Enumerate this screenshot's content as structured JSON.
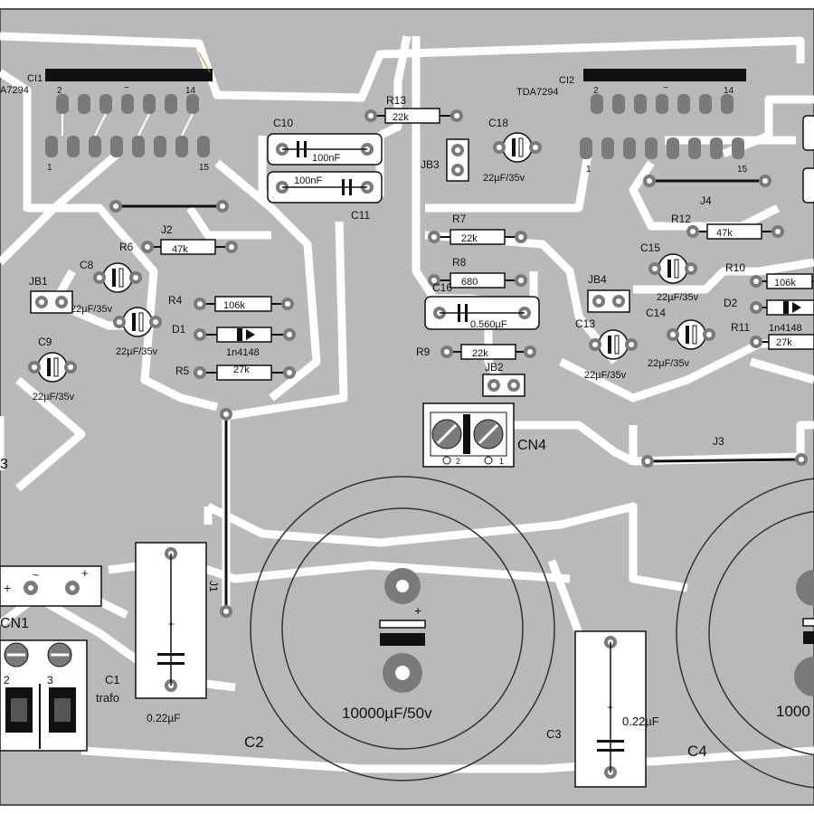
{
  "colors": {
    "board": "#b9b9b9",
    "copper": "#ffffff",
    "ink": "#111111",
    "pad": "#7a7a7a",
    "frame": "#555555"
  },
  "ic1": {
    "ref": "CI1",
    "part": "A7294",
    "pin_left": "2",
    "pin_mid": "~",
    "pin_right": "14",
    "pin_bottom_left": "1",
    "pin_bottom_right": "15"
  },
  "ic2": {
    "ref": "CI2",
    "part": "TDA7294",
    "pin_left": "2",
    "pin_mid": "~",
    "pin_right": "14",
    "pin_bottom_left": "1",
    "pin_bottom_right": "15"
  },
  "resistors": {
    "r13": {
      "ref": "R13",
      "value": "22k"
    },
    "r6": {
      "ref": "R6",
      "value": "47k"
    },
    "r4": {
      "ref": "R4",
      "value": "106k"
    },
    "r5": {
      "ref": "R5",
      "value": "27k"
    },
    "r7": {
      "ref": "R7",
      "value": "22k"
    },
    "r8": {
      "ref": "R8",
      "value": "680"
    },
    "r9": {
      "ref": "R9",
      "value": "22k"
    },
    "r12": {
      "ref": "R12",
      "value": "47k"
    },
    "r10": {
      "ref": "R10",
      "value": "106k"
    },
    "r11": {
      "ref": "R11",
      "value": "27k"
    }
  },
  "caps": {
    "c10": {
      "ref": "C10",
      "value": "100nF"
    },
    "c11": {
      "ref": "C11",
      "value": "100nF"
    },
    "c18": {
      "ref": "C18",
      "value": "22µF/35v"
    },
    "c8": {
      "ref": "C8",
      "value": "22µF/35v"
    },
    "c7_value": "22µF/35v",
    "c9": {
      "ref": "C9",
      "value": "22µF/35v"
    },
    "c16": {
      "ref": "C16",
      "value": "0.560µF"
    },
    "c15": {
      "ref": "C15",
      "value": "22µF/35v"
    },
    "c13": {
      "ref": "C13",
      "value": "22µF/35v"
    },
    "c14": {
      "ref": "C14",
      "value": "22µF/35v"
    },
    "c1": {
      "ref": "C1",
      "value": "0.22µF",
      "note": "trafo"
    },
    "c2": {
      "ref": "C2",
      "value": "10000µF/50v"
    },
    "c3": {
      "ref": "C3",
      "value": "0.22µF"
    },
    "c4": {
      "ref": "C4",
      "value": "1000"
    }
  },
  "diodes": {
    "d1": {
      "ref": "D1",
      "value": "1n4148"
    },
    "d2": {
      "ref": "D2",
      "value": "1n4148"
    }
  },
  "jumpers": {
    "jb1": "JB1",
    "jb3": "JB3",
    "jb4": "JB4",
    "jb2": "JB2",
    "j2": "J2",
    "j4": "J4",
    "j3": "J3",
    "j1": "J1"
  },
  "connectors": {
    "cn4": {
      "ref": "CN4",
      "pin2": "2",
      "pin1": "1"
    },
    "cn1": {
      "ref": "CN1",
      "pin2": "2",
      "pin3": "3"
    }
  },
  "misc": {
    "edge_label": "3",
    "polarity_plus": "+",
    "polarity_tilde": "~"
  }
}
